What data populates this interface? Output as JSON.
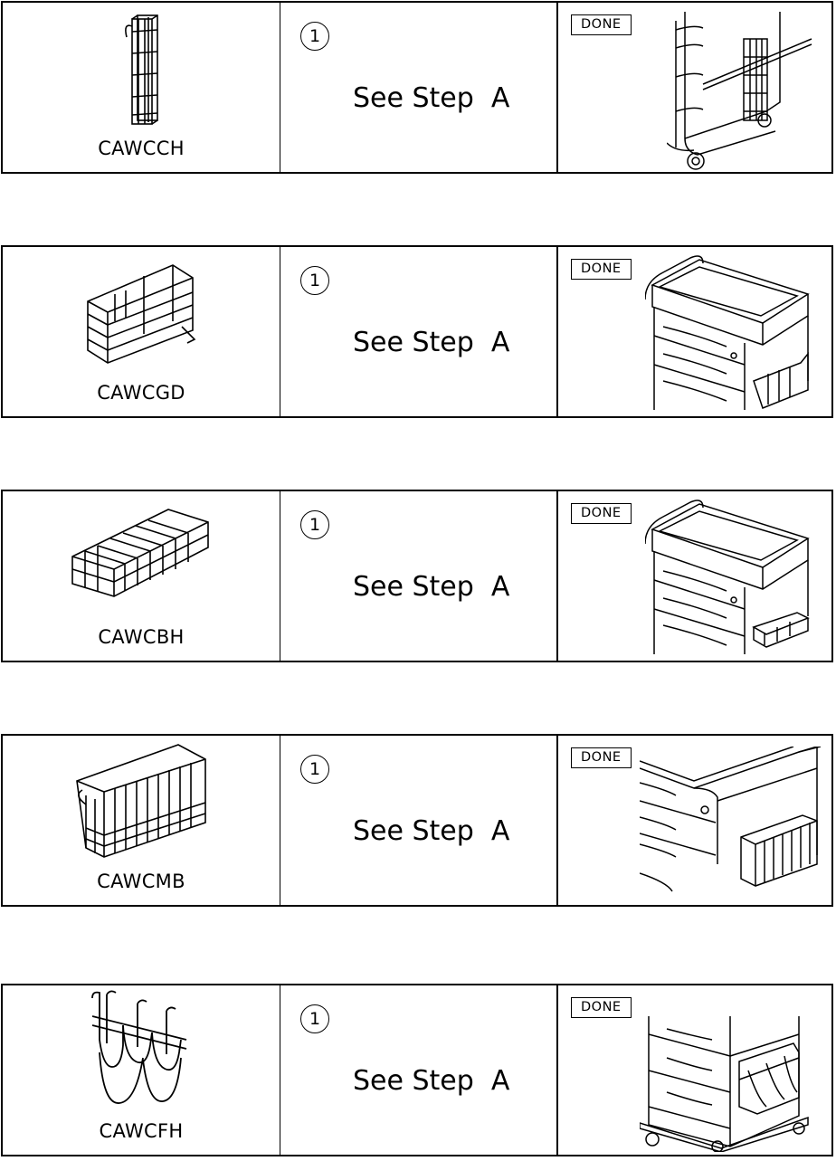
{
  "rows": [
    {
      "code": "CAWCCH",
      "step_number": "1",
      "step_text": "See Step  A",
      "done_label": "DONE"
    },
    {
      "code": "CAWCGD",
      "step_number": "1",
      "step_text": "See Step  A",
      "done_label": "DONE"
    },
    {
      "code": "CAWCBH",
      "step_number": "1",
      "step_text": "See Step  A",
      "done_label": "DONE"
    },
    {
      "code": "CAWCMB",
      "step_number": "1",
      "step_text": "See Step  A",
      "done_label": "DONE"
    },
    {
      "code": "CAWCFH",
      "step_number": "1",
      "step_text": "See Step  A",
      "done_label": "DONE"
    }
  ]
}
